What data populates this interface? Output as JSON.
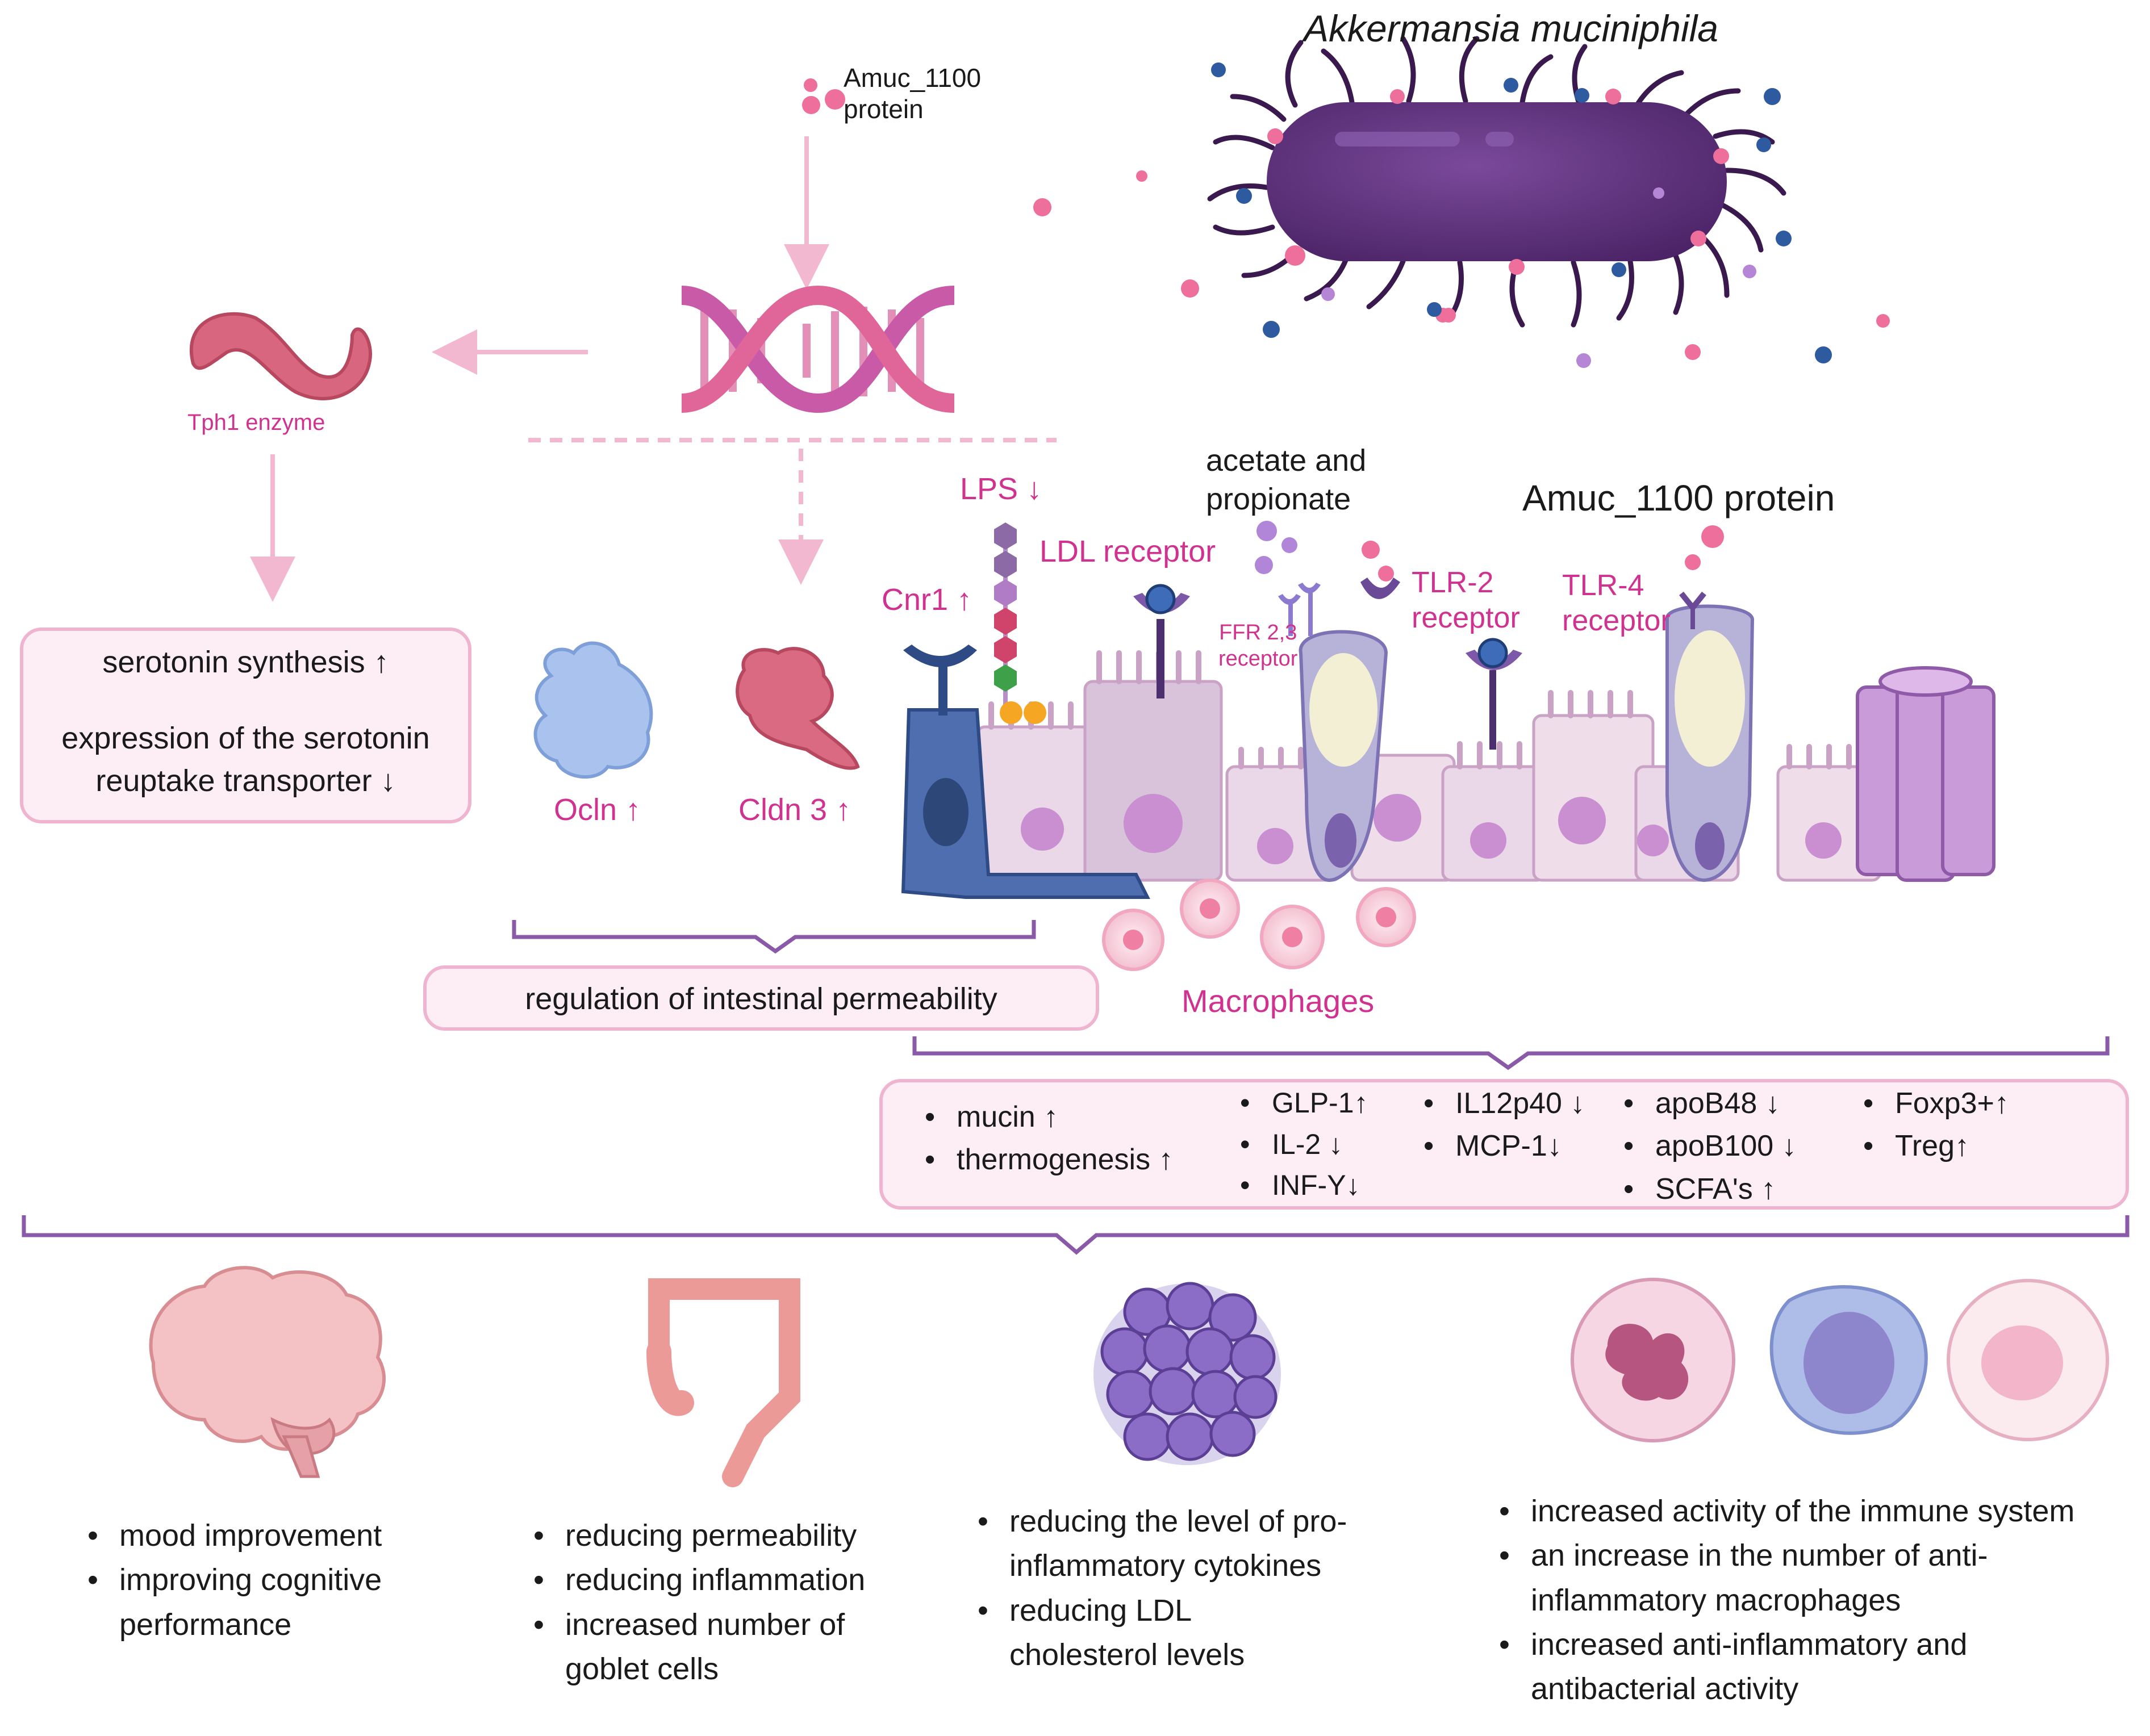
{
  "bacterium_title": "Akkermansia muciniphila",
  "amuc_top": {
    "line1": "Amuc_1100",
    "line2": "protein"
  },
  "tph1_label": "Tph1 enzyme",
  "serotonin_box": {
    "line1": "serotonin synthesis ↑",
    "line2": "expression of the serotonin",
    "line3": "reuptake transporter ↓"
  },
  "labels": {
    "ocln": "Ocln ↑",
    "cldn3": "Cldn 3 ↑",
    "cnr1": "Cnr1 ↑",
    "lps": "LPS ↓",
    "ldl_receptor": "LDL receptor",
    "acetate_1": "acetate and",
    "acetate_2": "propionate",
    "ffr_1": "FFR 2,3",
    "ffr_2": "receptor",
    "tlr2_1": "TLR-2",
    "tlr2_2": "receptor",
    "tlr4_1": "TLR-4",
    "tlr4_2": "receptor",
    "amuc_protein": "Amuc_1100 protein",
    "macrophages": "Macrophages"
  },
  "permeability_box": "regulation of intestinal permeability",
  "effects_box": {
    "col1": [
      "mucin ↑",
      "thermogenesis ↑"
    ],
    "col2": [
      "GLP-1↑",
      "IL-2 ↓",
      "INF-Y↓"
    ],
    "col3": [
      "IL12p40 ↓",
      "MCP-1↓"
    ],
    "col4": [
      "apoB48 ↓",
      "apoB100 ↓",
      "SCFA's ↑"
    ],
    "col5": [
      "Foxp3+↑",
      "Treg↑"
    ]
  },
  "outcomes": {
    "brain": [
      "mood improvement",
      "improving cognitive",
      "performance"
    ],
    "intestine": [
      "reducing permeability",
      "reducing inflammation",
      "increased number of",
      "goblet cells"
    ],
    "adipose": [
      "reducing the level of pro-",
      "inflammatory cytokines",
      "reducing LDL",
      "cholesterol levels"
    ],
    "immune": [
      "increased activity of the immune system",
      "an increase in the number of anti-",
      "inflammatory macrophages",
      "increased anti-inflammatory and",
      "antibacterial activity"
    ]
  },
  "colors": {
    "magenta": "#d0338f",
    "bracket_purple": "#8a5aa8",
    "box_fill": "#fdeef6",
    "box_border": "#efb4cf",
    "bacterium": "#5e2f7c"
  },
  "icons": [
    "bacterium-icon",
    "dna-icon",
    "tph1-enzyme-icon",
    "ocln-protein-icon",
    "cldn3-protein-icon",
    "epithelium-icon",
    "macrophage-icon",
    "brain-icon",
    "intestine-icon",
    "adipose-tissue-icon",
    "neutrophil-icon",
    "monocyte-icon",
    "macrophage-cell-icon"
  ]
}
